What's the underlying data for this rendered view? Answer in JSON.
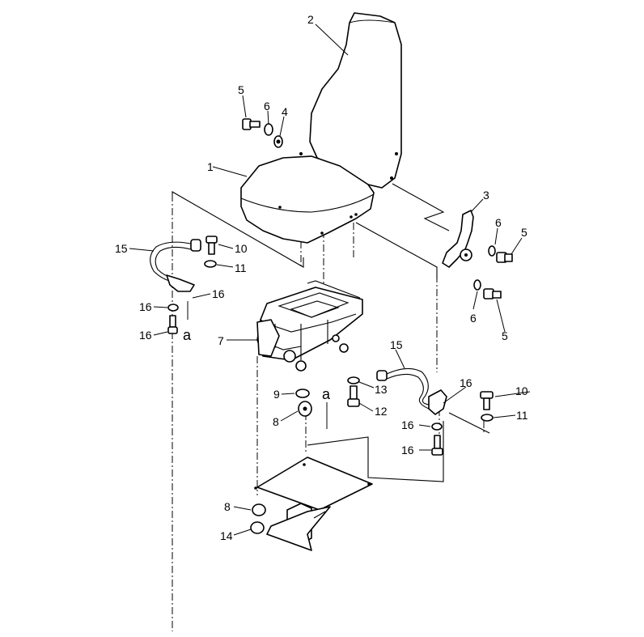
{
  "callouts": [
    {
      "id": "c2",
      "text": "2"
    },
    {
      "id": "c1",
      "text": "1"
    },
    {
      "id": "c5a",
      "text": "5"
    },
    {
      "id": "c6a",
      "text": "6"
    },
    {
      "id": "c4",
      "text": "4"
    },
    {
      "id": "c3",
      "text": "3"
    },
    {
      "id": "c6b",
      "text": "6"
    },
    {
      "id": "c5b",
      "text": "5"
    },
    {
      "id": "c6c",
      "text": "6"
    },
    {
      "id": "c5c",
      "text": "5"
    },
    {
      "id": "c15a",
      "text": "15"
    },
    {
      "id": "c10a",
      "text": "10"
    },
    {
      "id": "c11a",
      "text": "11"
    },
    {
      "id": "c16a",
      "text": "16"
    },
    {
      "id": "c16b",
      "text": "16"
    },
    {
      "id": "c16c",
      "text": "16"
    },
    {
      "id": "c7",
      "text": "7"
    },
    {
      "id": "c15b",
      "text": "15"
    },
    {
      "id": "c16d",
      "text": "16"
    },
    {
      "id": "c10b",
      "text": "10"
    },
    {
      "id": "c11b",
      "text": "11"
    },
    {
      "id": "c13",
      "text": "13"
    },
    {
      "id": "c9",
      "text": "9"
    },
    {
      "id": "c12",
      "text": "12"
    },
    {
      "id": "c8a",
      "text": "8"
    },
    {
      "id": "c16e",
      "text": "16"
    },
    {
      "id": "c16f",
      "text": "16"
    },
    {
      "id": "c8b",
      "text": "8"
    },
    {
      "id": "c14",
      "text": "14"
    }
  ],
  "reference_letters": [
    {
      "id": "ra1",
      "text": "a"
    },
    {
      "id": "ra2",
      "text": "a"
    }
  ]
}
